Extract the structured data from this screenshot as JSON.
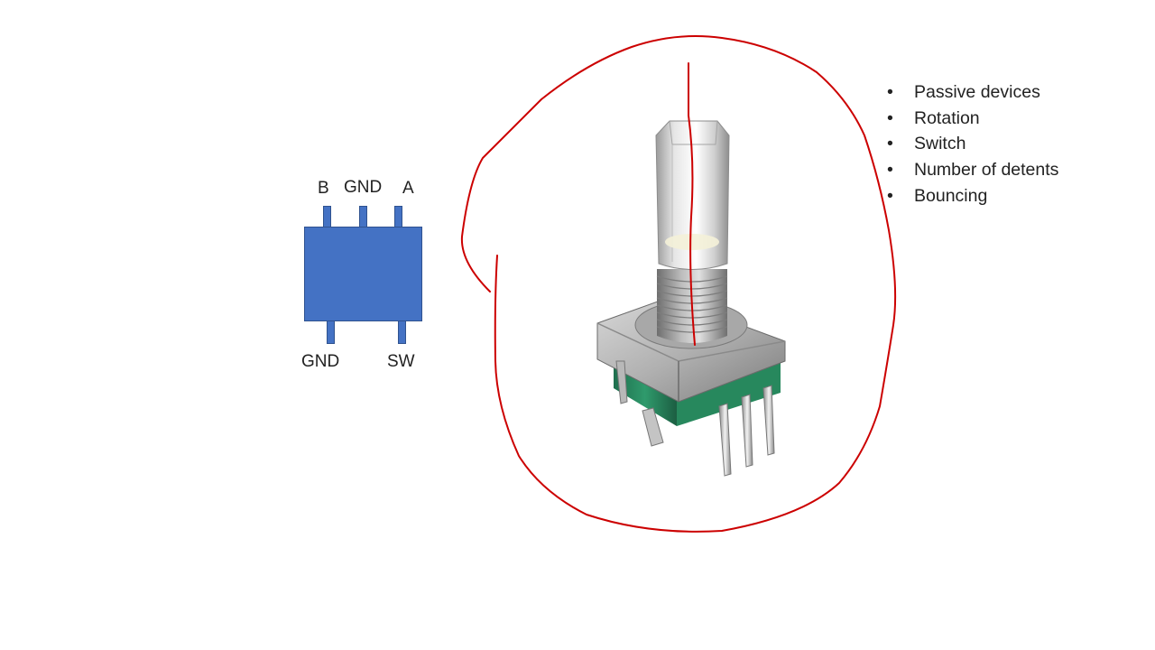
{
  "pinout": {
    "top_pins": [
      "B",
      "GND",
      "A"
    ],
    "bottom_pins": [
      "GND",
      "SW"
    ],
    "body_color": "#4472c4"
  },
  "features": {
    "bullet": "•",
    "items": [
      "Passive devices",
      "Rotation",
      "Switch",
      "Number of detents",
      "Bouncing"
    ]
  },
  "annotation": {
    "ink_color": "#cc0000"
  },
  "photo": {
    "subject": "rotary-encoder"
  }
}
